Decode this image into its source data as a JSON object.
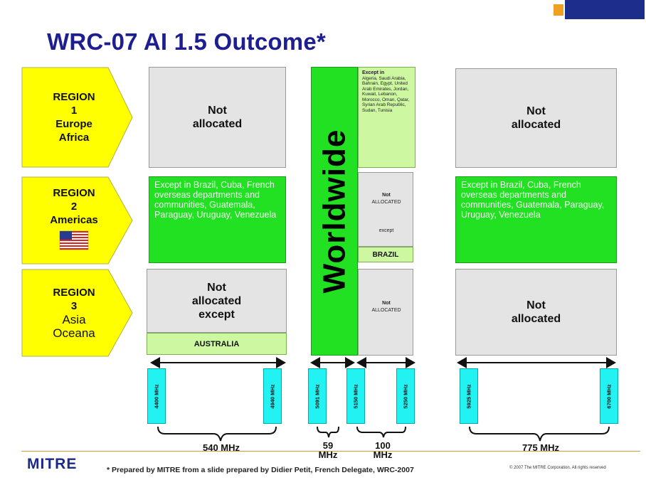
{
  "title": "WRC-07 AI 1.5 Outcome*",
  "regions": [
    {
      "label": "REGION",
      "number": "1",
      "lines": [
        "Europe",
        "Africa"
      ]
    },
    {
      "label": "REGION",
      "number": "2",
      "lines": [
        "Americas"
      ]
    },
    {
      "label": "REGION",
      "number": "3",
      "lines": [
        "Asia",
        "Oceana"
      ]
    }
  ],
  "cells": {
    "r1_left": [
      "Not",
      "allocated"
    ],
    "r1_right": [
      "Not",
      "allocated"
    ],
    "r2_left": "Except in Brazil, Cuba, French overseas departments and communities, Guatemala, Paraguay, Uruguay, Venezuela",
    "r2_right": "Except in Brazil, Cuba, French overseas departments and communities, Guatemala, Paraguay, Uruguay, Venezuela",
    "r3_left": [
      "Not",
      "allocated",
      "except"
    ],
    "r3_left_sub": "AUSTRALIA",
    "r3_right": [
      "Not",
      "allocated"
    ]
  },
  "worldwide": "Worldwide",
  "mid": {
    "r1_except_head": "Except in",
    "r1_except_body": "Algeria, Saudi Arabia, Bahrain, Egypt, United Arab Emirates, Jordan, Kuwait, Lebanon, Morocco, Oman, Qatar, Syrian Arab Republic, Sudan, Tunisia",
    "r2_not": "Not",
    "r2_allocated": "ALLOCATED",
    "r2_except": "except",
    "r2_brazil": "BRAZIL",
    "r3_not": "Not",
    "r3_allocated": "ALLOCATED"
  },
  "frequencies": [
    "4400 MHz",
    "4940 MHz",
    "5091 MHz",
    "5150 MHz",
    "5250 MHz",
    "5925 MHz",
    "6700 MHz"
  ],
  "bandwidths": {
    "b1": "540 MHz",
    "b2_a": "59",
    "b2_b": "MHz",
    "b3_a": "100",
    "b3_b": "MHz",
    "b4": "775 MHz"
  },
  "footer": {
    "logo": "MITRE",
    "note": "* Prepared by MITRE from a slide prepared by Didier Petit, French Delegate, WRC-2007",
    "copyright": "© 2007 The MITRE Corporation.  All rights reserved"
  },
  "colors": {
    "title": "#1d1f91",
    "arrow_fill": "#ffff00",
    "green": "#22e022",
    "light_green": "#cdf7a1",
    "gray": "#e4e4e4",
    "cyan": "#22f2f2"
  }
}
